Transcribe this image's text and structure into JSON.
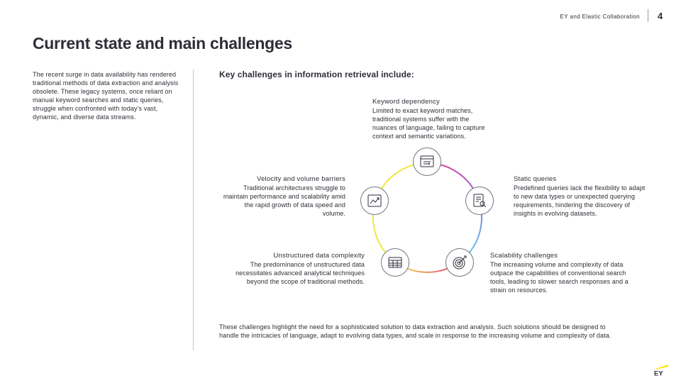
{
  "header": {
    "doc_title": "EY and Elastic Collaboration",
    "page_number": "4"
  },
  "title": "Current state and main challenges",
  "intro": "The recent surge in data availability has rendered traditional methods of data extraction and analysis obsolete. These legacy systems, once reliant on manual keyword searches and static queries, struggle when confronted with today’s vast, dynamic, and diverse data streams.",
  "subheading": "Key challenges in information retrieval include:",
  "challenges": [
    {
      "heading": "Keyword dependency",
      "body": "Limited to exact keyword matches, traditional systems suffer with the nuances of language, failing to capture context and semantic variations.",
      "icon": "browser-window-icon"
    },
    {
      "heading": "Static queries",
      "body": "Predefined queries lack the flexibility to adapt to new data types or unexpected querying requirements, hindering the discovery of insights in evolving datasets.",
      "icon": "document-search-icon"
    },
    {
      "heading": "Scalability challenges",
      "body": "The increasing volume and complexity of data outpace the capabilities of conventional search tools, leading to slower search responses and a strain on resources.",
      "icon": "target-icon"
    },
    {
      "heading": "Unstructured data complexity",
      "body": "The predominance of unstructured data necessitates advanced analytical techniques beyond the scope of traditional methods.",
      "icon": "data-table-icon"
    },
    {
      "heading": "Velocity and volume barriers",
      "body": "Traditional architectures struggle to maintain performance and scalability amid the rapid growth of data speed and volume.",
      "icon": "line-chart-icon"
    }
  ],
  "closing": "These challenges highlight the need for a sophisticated solution to data extraction and analysis. Such solutions should be designed to handle the intricacies of language, adapt to evolving data types, and scale in response to the increasing volume and complexity of data.",
  "logo_text": "EY",
  "colors": {
    "text": "#2e2e38",
    "ey_yellow": "#ffe600",
    "ring_yellow": "#f5e43a",
    "ring_magenta": "#e8388f",
    "ring_violet": "#8e6fe0",
    "ring_cyan": "#4fd3ec"
  }
}
